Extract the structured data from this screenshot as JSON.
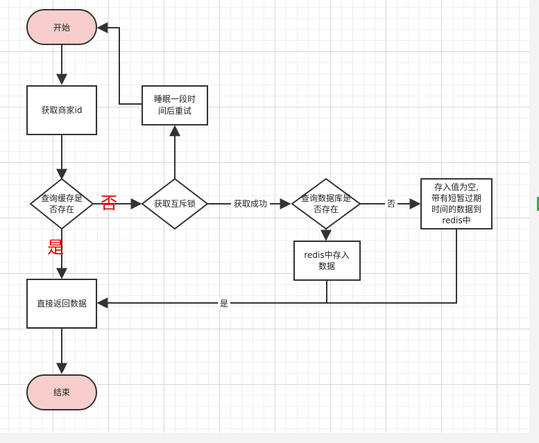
{
  "nodes": {
    "start": "开始",
    "get_id": "获取商家id",
    "sleep_1": "睡眠一段时",
    "sleep_2": "间后重试",
    "query_cache_1": "查询缓存是",
    "query_cache_2": "否存在",
    "get_lock": "获取互斥锁",
    "query_db_1": "查询数据库是",
    "query_db_2": "否存在",
    "store_empty_1": "存入值为空,",
    "store_empty_2": "带有短暂过期",
    "store_empty_3": "时间的数据到",
    "store_empty_4": "redis中",
    "redis_store_1": "redis中存入",
    "redis_store_2": "数据",
    "return_data": "直接返回数据",
    "end": "结束"
  },
  "edge_labels": {
    "no_red": "否",
    "yes_red": "是",
    "lock_success": "获取成功",
    "no": "否",
    "yes": "是"
  },
  "colors": {
    "terminal_fill": "#f8cecc",
    "stroke": "#333333",
    "emphasis_text": "#e00000"
  }
}
